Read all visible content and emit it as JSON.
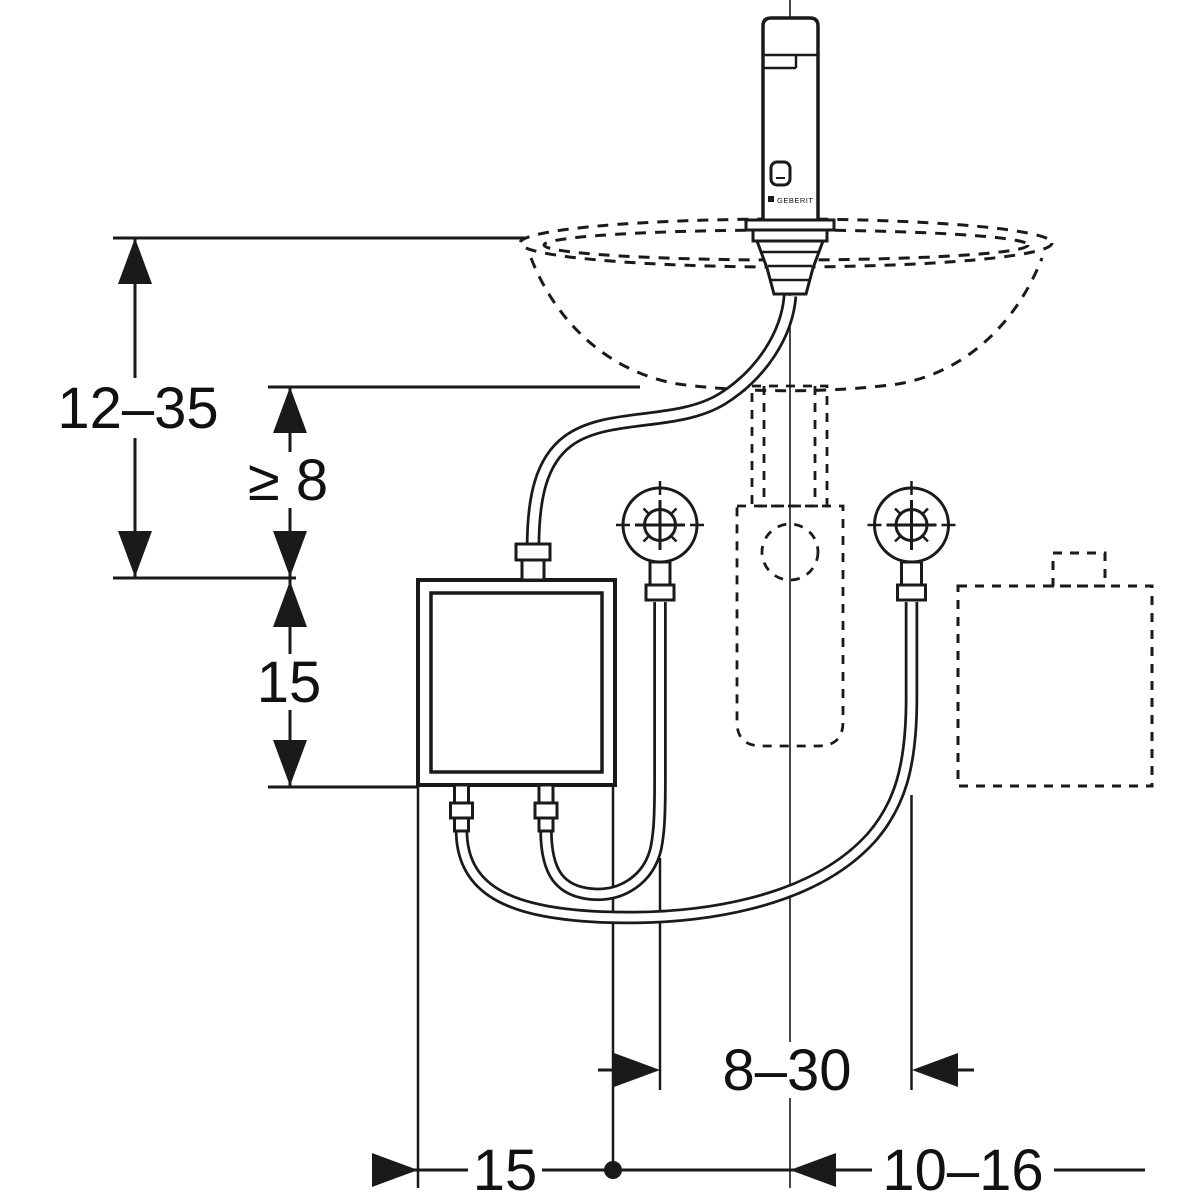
{
  "diagram": {
    "type": "technical-installation-drawing",
    "brand_label": "GEBERIT",
    "colors": {
      "line": "#1a1a1a",
      "background": "#ffffff"
    },
    "dimensions": {
      "left_column": [
        {
          "label": "12–35"
        },
        {
          "label": "≥ 8"
        },
        {
          "label": "15"
        }
      ],
      "bottom_row": [
        {
          "label": "8–30"
        },
        {
          "label": "15"
        },
        {
          "label": "10–16"
        }
      ]
    }
  }
}
